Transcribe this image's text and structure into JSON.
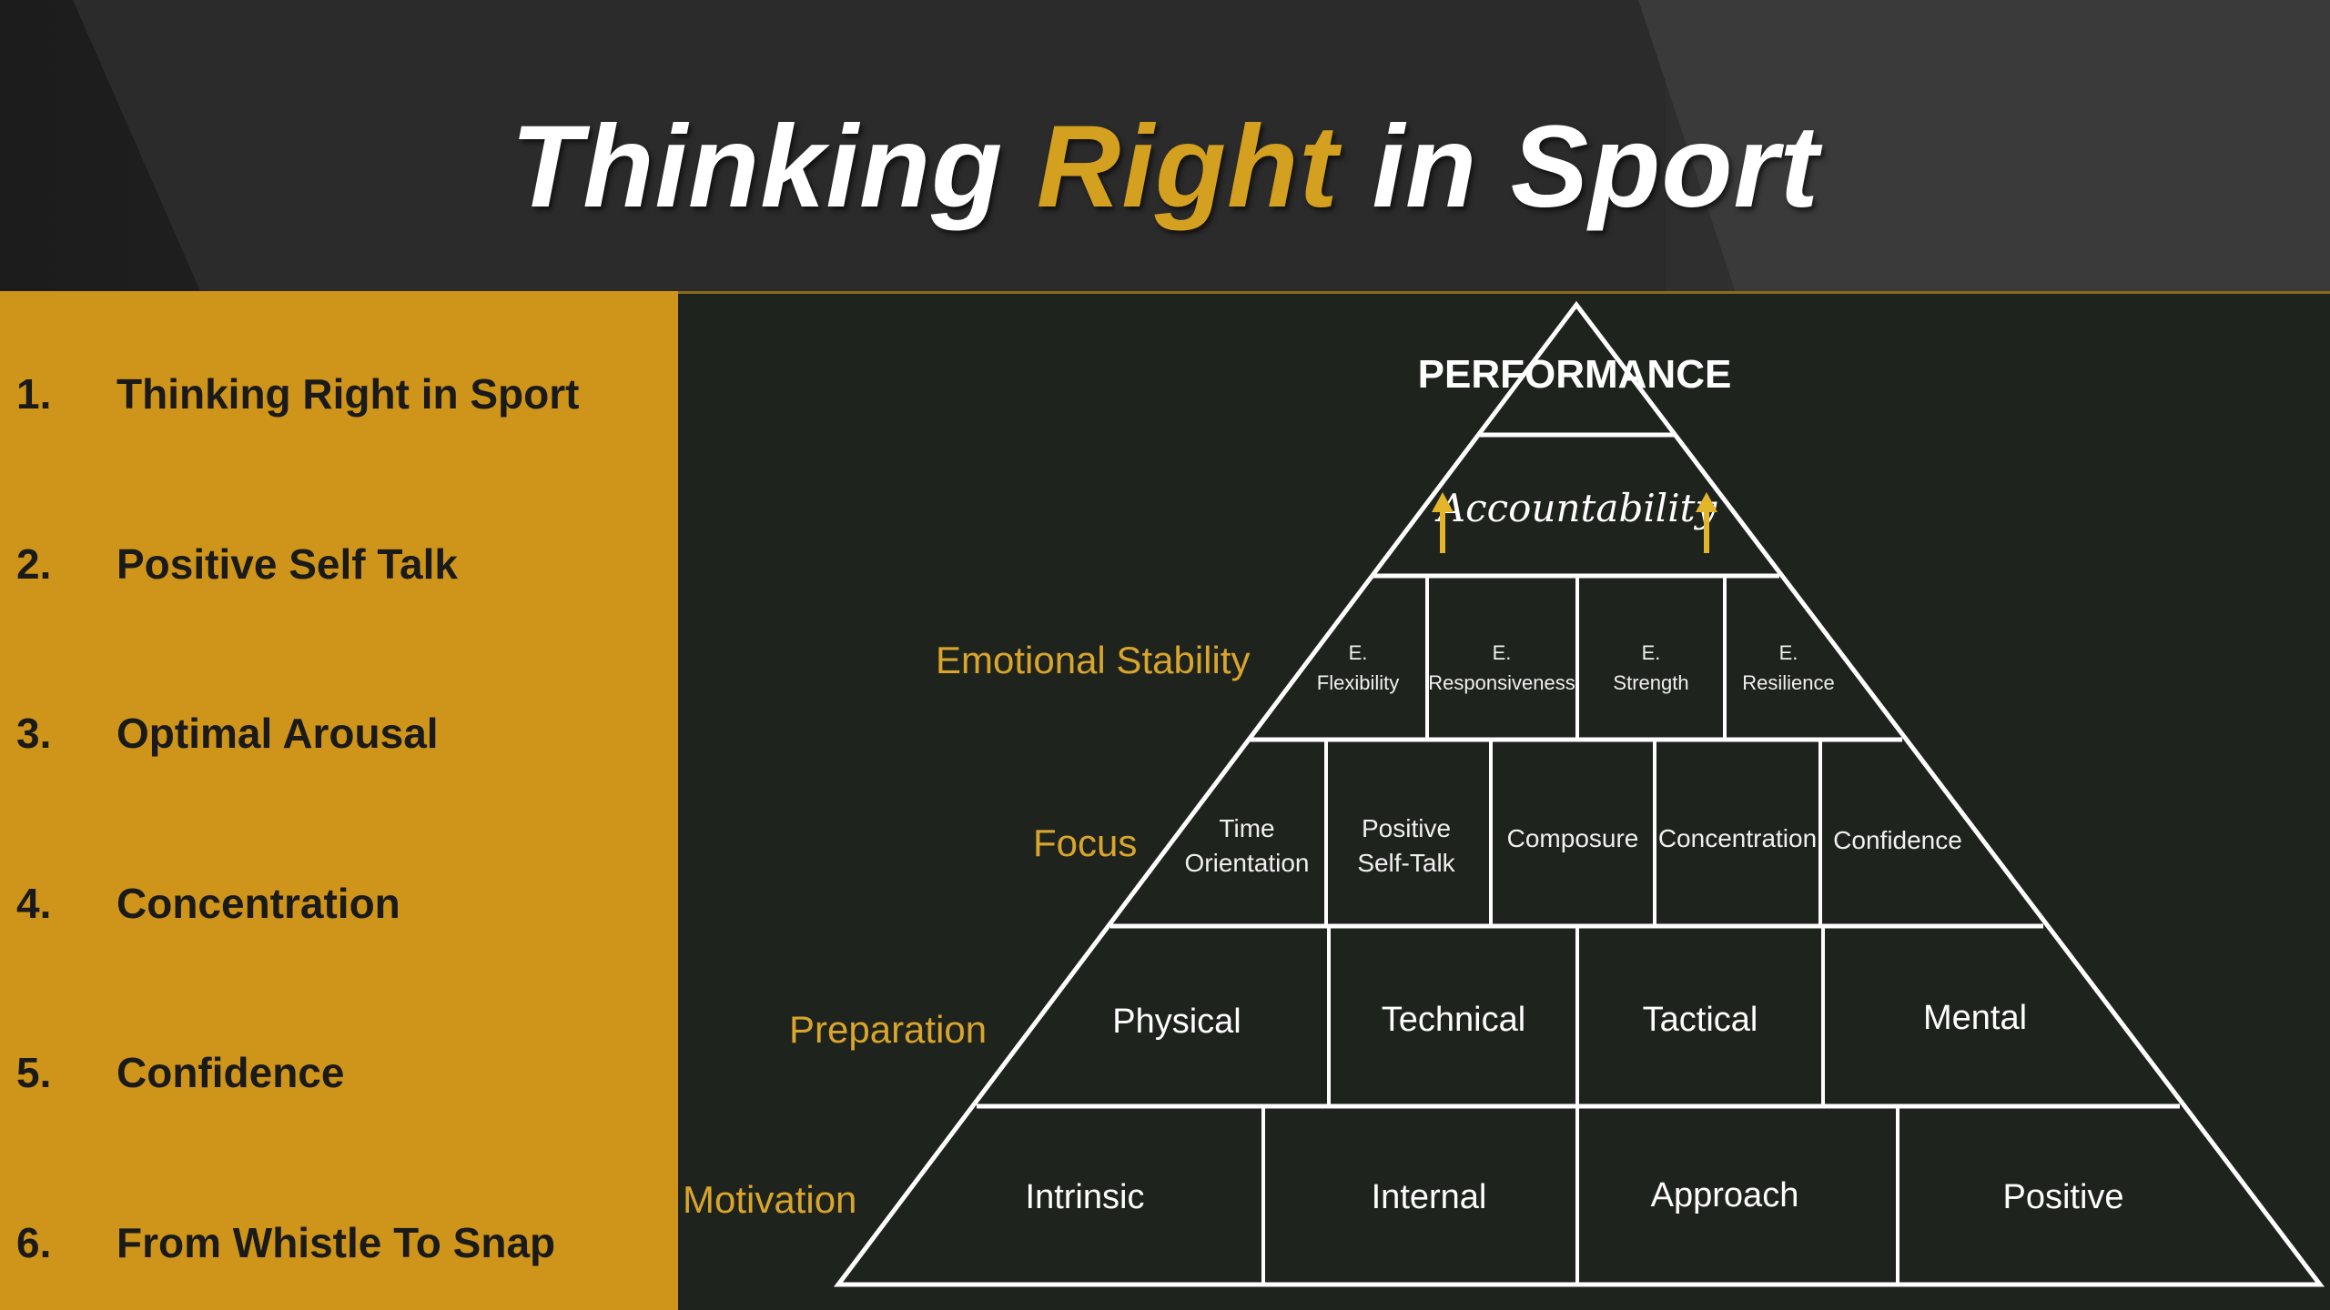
{
  "slide": {
    "title_part1": "Thinking ",
    "title_accent": "Right",
    "title_part2": " in Sport",
    "accent_color": "#d4a020",
    "sidebar_color": "#cf951a"
  },
  "sidebar": {
    "items": [
      {
        "num": "1.",
        "label": "Thinking Right in Sport"
      },
      {
        "num": "2.",
        "label": "Positive Self Talk"
      },
      {
        "num": "3.",
        "label": "Optimal Arousal"
      },
      {
        "num": "4.",
        "label": "Concentration"
      },
      {
        "num": "5.",
        "label": "Confidence"
      },
      {
        "num": "6.",
        "label": "From Whistle To Snap"
      }
    ]
  },
  "pyramid": {
    "peak": "PERFORMANCE",
    "accountability": "Accountability",
    "levels": {
      "emotional": {
        "label": "Emotional Stability",
        "cells": [
          {
            "top": "E.",
            "bottom": "Flexibility"
          },
          {
            "top": "E.",
            "bottom": "Responsiveness"
          },
          {
            "top": "E.",
            "bottom": "Strength"
          },
          {
            "top": "E.",
            "bottom": "Resilience"
          }
        ]
      },
      "focus": {
        "label": "Focus",
        "cells": [
          {
            "line1": "Time",
            "line2": "Orientation"
          },
          {
            "line1": "Positive",
            "line2": "Self-Talk"
          },
          {
            "line1": "Composure",
            "line2": ""
          },
          {
            "line1": "Concentration",
            "line2": ""
          },
          {
            "line1": "Confidence",
            "line2": ""
          }
        ]
      },
      "preparation": {
        "label": "Preparation",
        "cells": [
          "Physical",
          "Technical",
          "Tactical",
          "Mental"
        ]
      },
      "motivation": {
        "label": "Motivation",
        "cells": [
          "Intrinsic",
          "Internal",
          "Approach",
          "Positive"
        ]
      }
    }
  }
}
